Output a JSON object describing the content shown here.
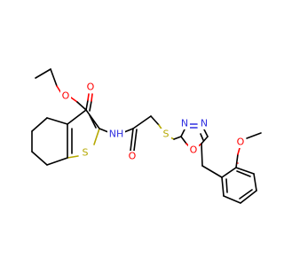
{
  "atoms": {
    "o_ester_single": {
      "label": "O",
      "color": "#ff0000"
    },
    "o_ester_double": {
      "label": "O",
      "color": "#ff0000"
    },
    "s_thiophene": {
      "label": "S",
      "color": "#b5a800"
    },
    "nh_amide": {
      "label": "NH",
      "color": "#3030e0"
    },
    "o_amide": {
      "label": "O",
      "color": "#ff0000"
    },
    "s_thioether": {
      "label": "S",
      "color": "#b5a800"
    },
    "o_oxadiazole": {
      "label": "O",
      "color": "#ff0000"
    },
    "n_oxadiazole_1": {
      "label": "N",
      "color": "#3030e0"
    },
    "n_oxadiazole_2": {
      "label": "N",
      "color": "#3030e0"
    },
    "o_methoxy": {
      "label": "O",
      "color": "#ff0000"
    }
  }
}
